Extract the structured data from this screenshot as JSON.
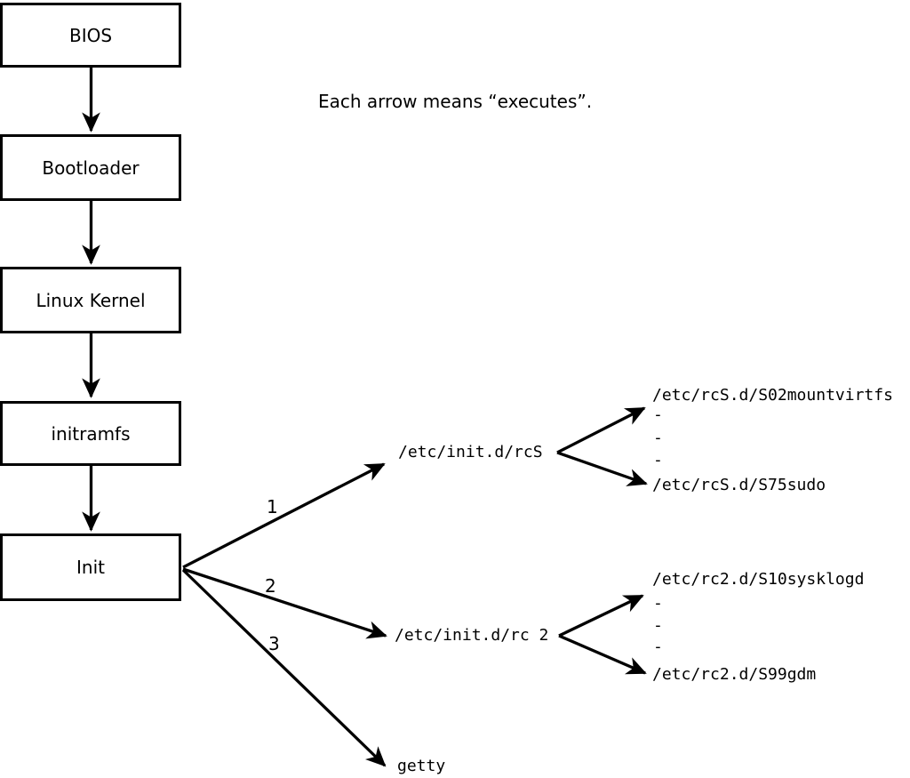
{
  "caption": "Each arrow means “executes”.",
  "boxes": {
    "bios": "BIOS",
    "bootloader": "Bootloader",
    "kernel": "Linux Kernel",
    "initramfs": "initramfs",
    "init": "Init"
  },
  "fan_labels": {
    "one": "1",
    "two": "2",
    "three": "3"
  },
  "rcS": {
    "label": "/etc/init.d/rcS",
    "children": [
      "/etc/rcS.d/S02mountvirtfs",
      "-",
      "-",
      "-",
      "/etc/rcS.d/S75sudo"
    ]
  },
  "rc2": {
    "label": "/etc/init.d/rc 2",
    "children": [
      "/etc/rc2.d/S10sysklogd",
      "-",
      "-",
      "-",
      "/etc/rc2.d/S99gdm"
    ]
  },
  "getty": {
    "label": "getty"
  },
  "colors": {
    "ink": "#000000",
    "background": "#ffffff"
  }
}
